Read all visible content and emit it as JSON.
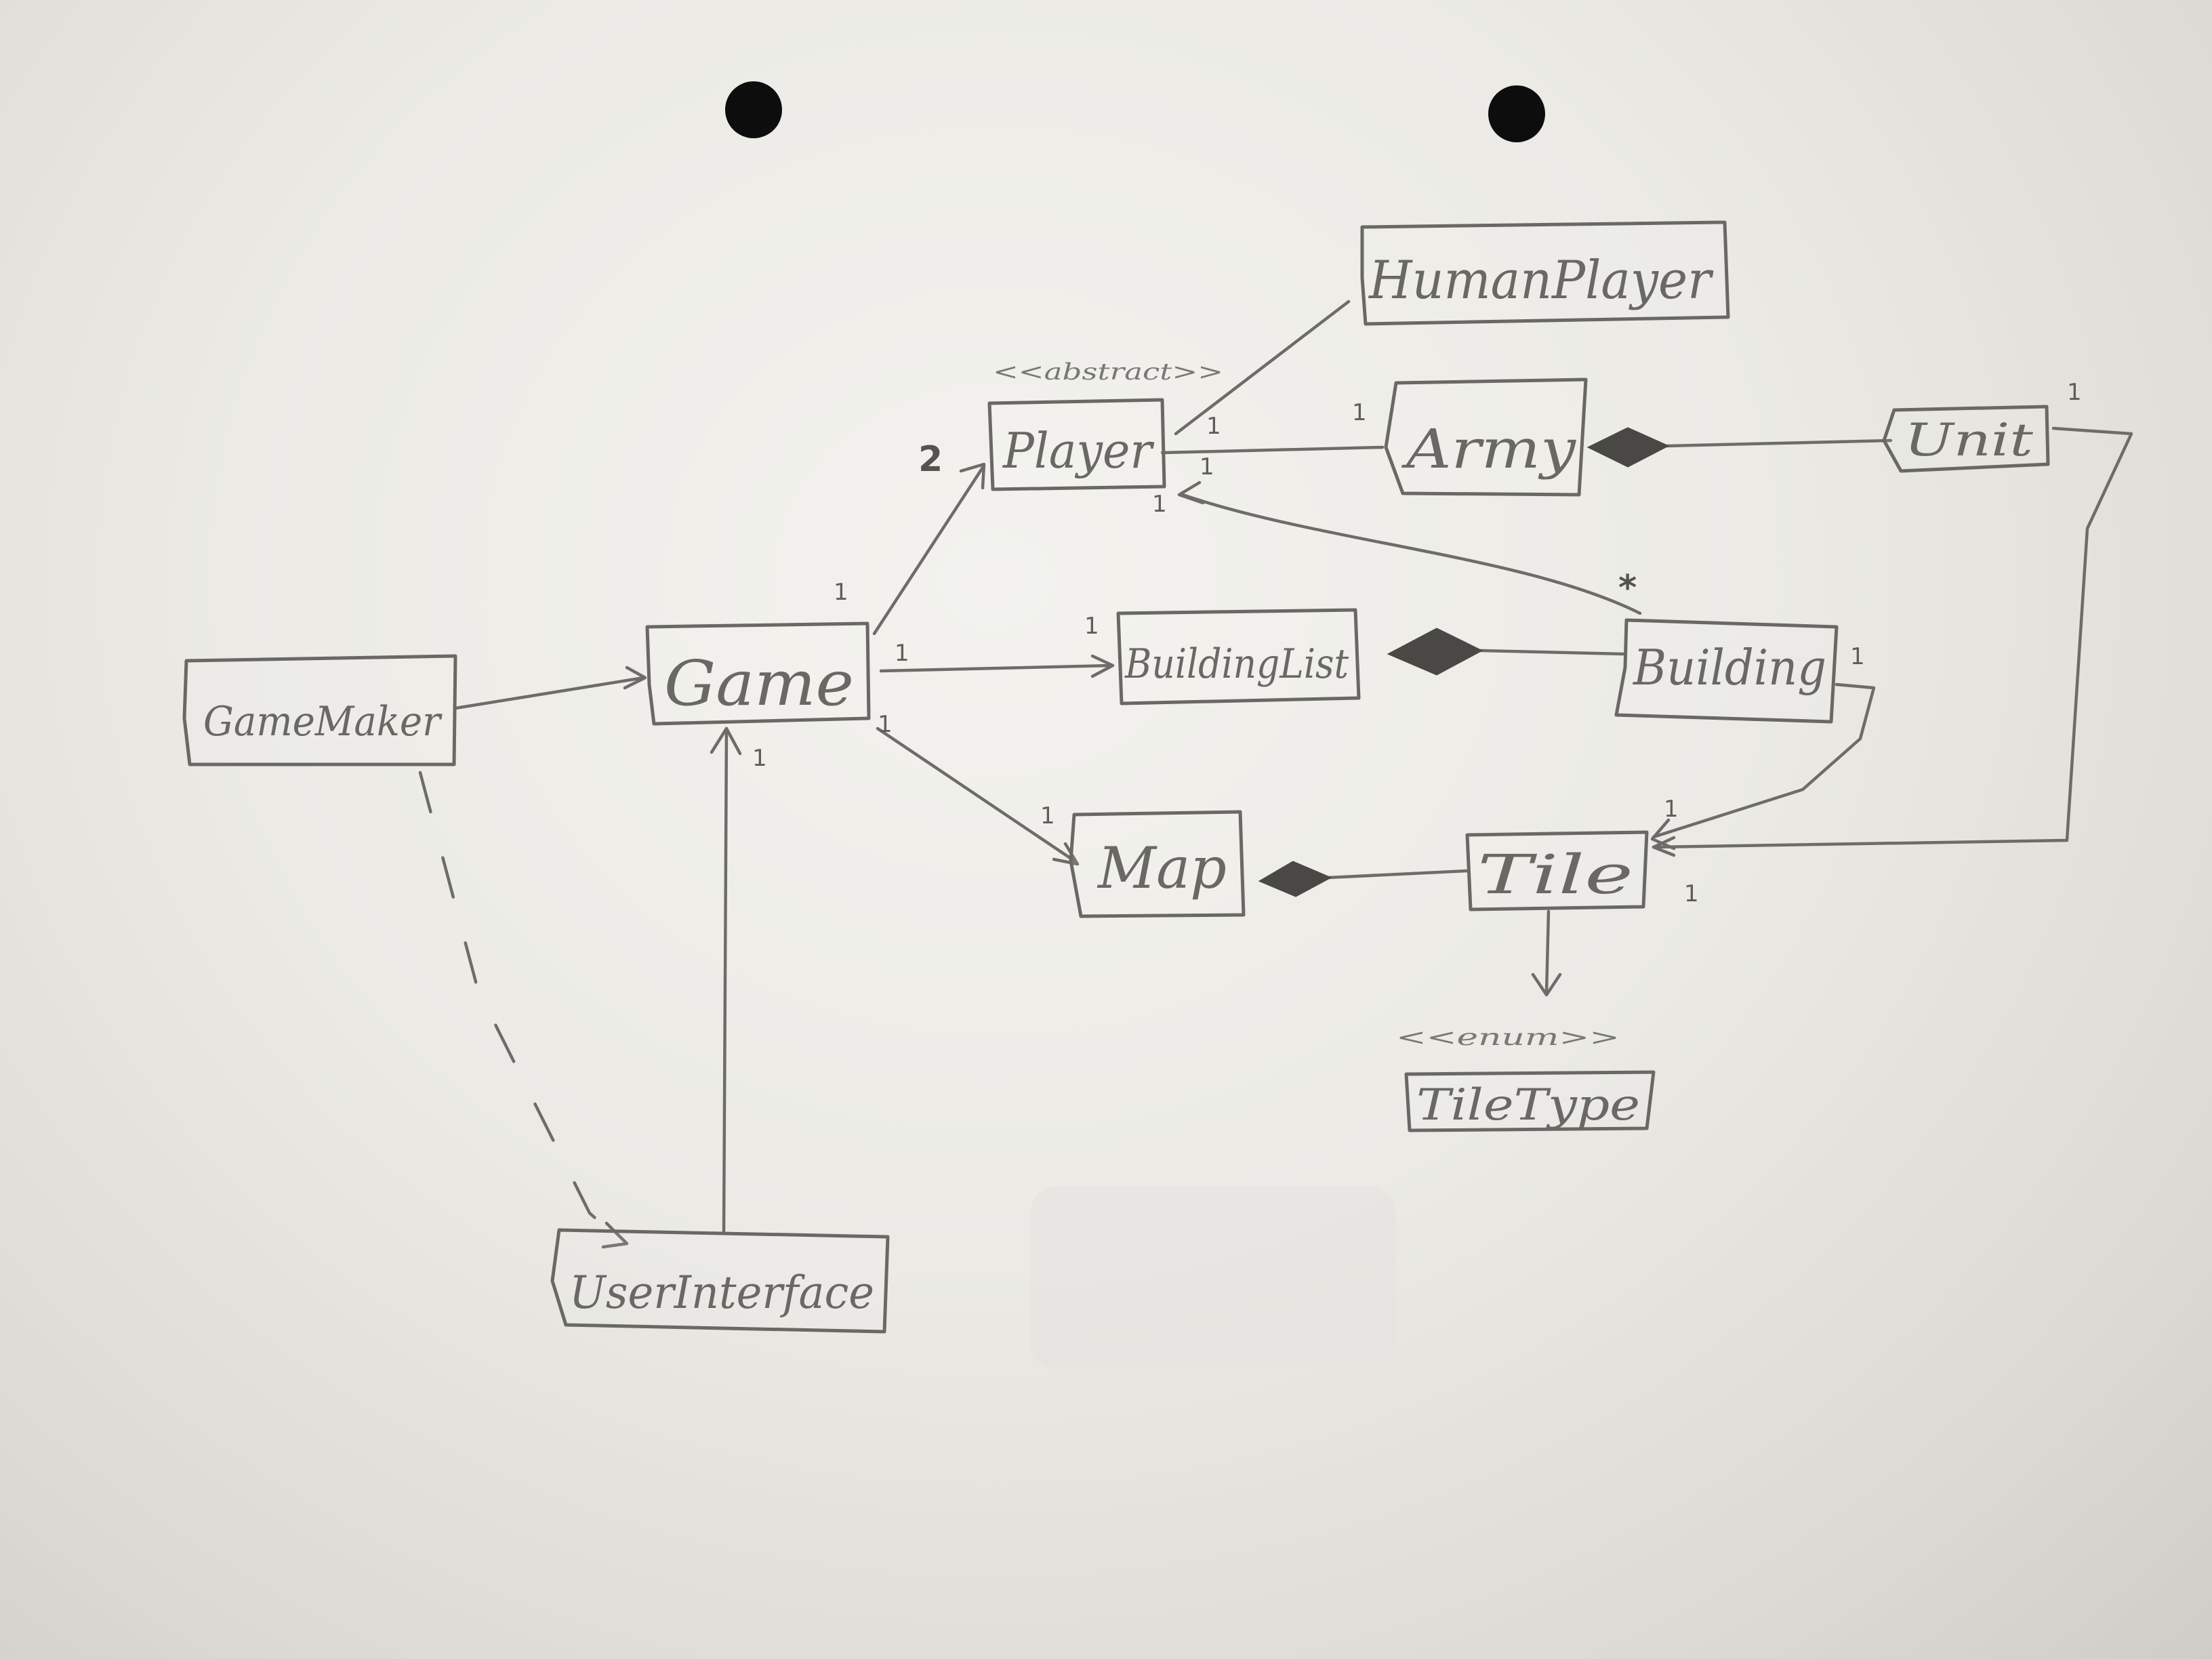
{
  "classes": {
    "game_maker": "GameMaker",
    "game": "Game",
    "player": "Player",
    "human_player": "HumanPlayer",
    "army": "Army",
    "unit": "Unit",
    "building_list": "BuildingList",
    "building": "Building",
    "map": "Map",
    "tile": "Tile",
    "tile_type": "TileType",
    "user_interface": "UserInterface"
  },
  "stereotypes": {
    "player": "<<abstract>>",
    "tile_type": "<<enum>>"
  },
  "multiplicities": {
    "game_player_game_end": "1",
    "game_player_player_end": "2",
    "player_army_player_end": "1",
    "player_army_army_end": "1",
    "player_building_player_end": "1",
    "player_building_building_end": "*",
    "game_buildinglist_game_end": "1",
    "game_buildinglist_list_end": "1",
    "game_map_game_end": "1",
    "game_map_map_end": "1",
    "ui_game_game_end": "1",
    "unit_tile_unit_end": "1",
    "building_tile_building_end": "1",
    "tile_top": "1",
    "tile_bottom": "1",
    "player_bottom": "1"
  }
}
